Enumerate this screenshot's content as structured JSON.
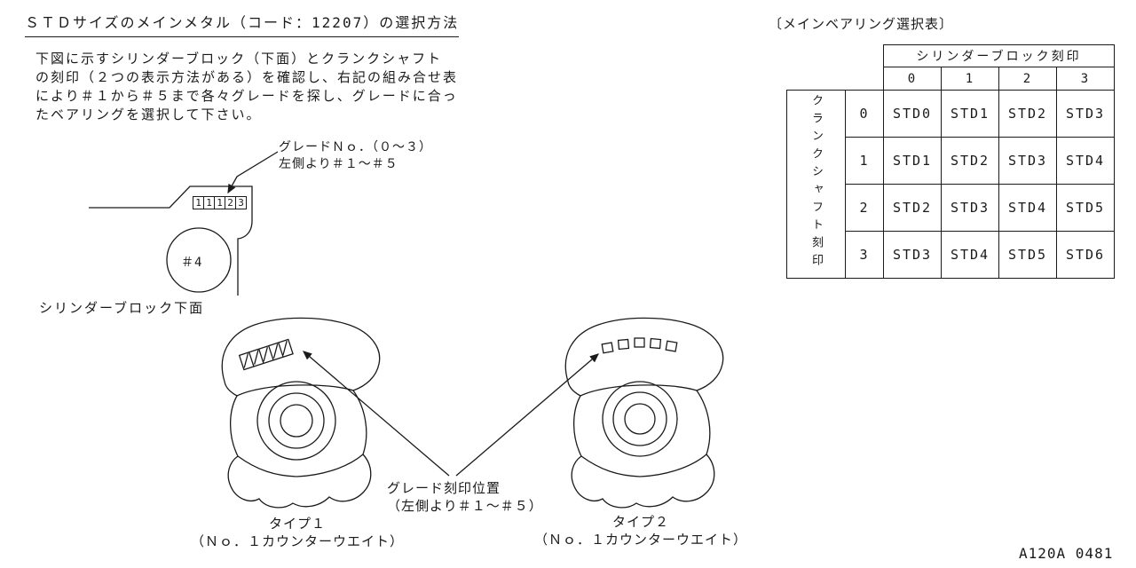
{
  "header": {
    "title": "ＳＴＤサイズのメインメタル（コード：12207）の選択方法",
    "doc_code": "A120A 0481"
  },
  "intro": {
    "lines": [
      "下図に示すシリンダーブロック（下面）とクランクシャフト",
      "の刻印（２つの表示方法がある）を確認し、右記の組み合せ表",
      "により＃１から＃５まで各々グレードを探し、グレードに合っ",
      "たベアリングを選択して下さい。"
    ]
  },
  "block_diagram": {
    "grade_note_line1": "グレードＮｏ．（０～３）",
    "grade_note_line2": "左側より＃１～＃５",
    "stamp_digits": [
      "1",
      "1",
      "1",
      "2",
      "3"
    ],
    "bore_label": "＃4",
    "caption": "シリンダーブロック下面"
  },
  "selection_table": {
    "title": "〔メインベアリング選択表〕",
    "column_group_label": "シリンダーブロック刻印",
    "row_group_label": "クランクシャフト刻印",
    "column_headers": [
      "0",
      "1",
      "2",
      "3"
    ],
    "row_headers": [
      "0",
      "1",
      "2",
      "3"
    ],
    "cells": [
      [
        "STD0",
        "STD1",
        "STD2",
        "STD3"
      ],
      [
        "STD1",
        "STD2",
        "STD3",
        "STD4"
      ],
      [
        "STD2",
        "STD3",
        "STD4",
        "STD5"
      ],
      [
        "STD3",
        "STD4",
        "STD5",
        "STD6"
      ]
    ]
  },
  "crank_diagrams": {
    "stamp_note_line1": "グレード刻印位置",
    "stamp_note_line2": "（左側より＃１～＃５）",
    "type1_name": "タイプ１",
    "type1_sub": "（Ｎｏ．１カウンターウエイト）",
    "type2_name": "タイプ２",
    "type2_sub": "（Ｎｏ．１カウンターウエイト）"
  },
  "colors": {
    "ink": "#1a1a1a",
    "background": "#ffffff"
  }
}
